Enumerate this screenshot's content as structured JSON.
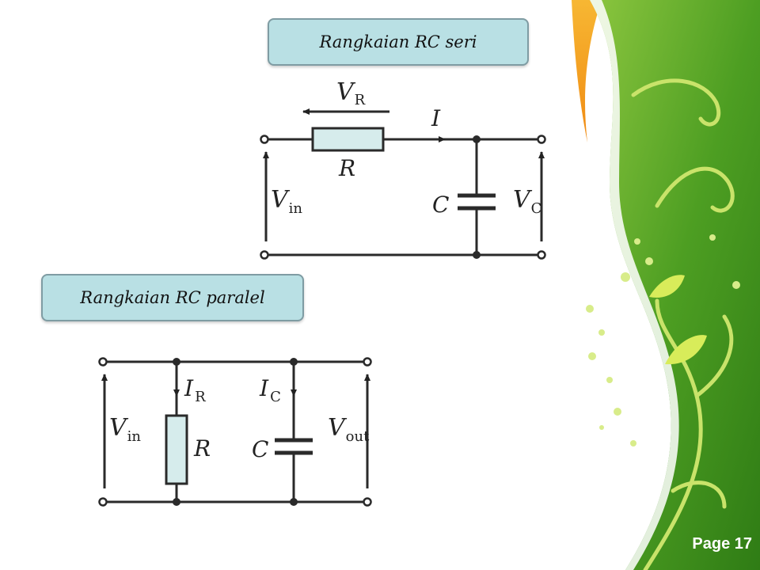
{
  "slide": {
    "series_title": "Rangkaian RC seri",
    "parallel_title": "Rangkaian RC paralel",
    "page_label": "Page 17"
  },
  "series_circuit": {
    "v_r": "V",
    "v_r_sub": "R",
    "current": "I",
    "resistor": "R",
    "v_in": "V",
    "v_in_sub": "in",
    "capacitor": "C",
    "v_c": "V",
    "v_c_sub": "C"
  },
  "parallel_circuit": {
    "v_in": "V",
    "v_in_sub": "in",
    "i_r": "I",
    "i_r_sub": "R",
    "resistor": "R",
    "i_c": "I",
    "i_c_sub": "C",
    "capacitor": "C",
    "v_out": "V",
    "v_out_sub": "out"
  },
  "colors": {
    "green_dark": "#3f8f1c",
    "green_light": "#9fd23e",
    "orange": "#f39c1e",
    "title_fill": "#b9e0e4",
    "component_fill": "#d6ecec"
  }
}
